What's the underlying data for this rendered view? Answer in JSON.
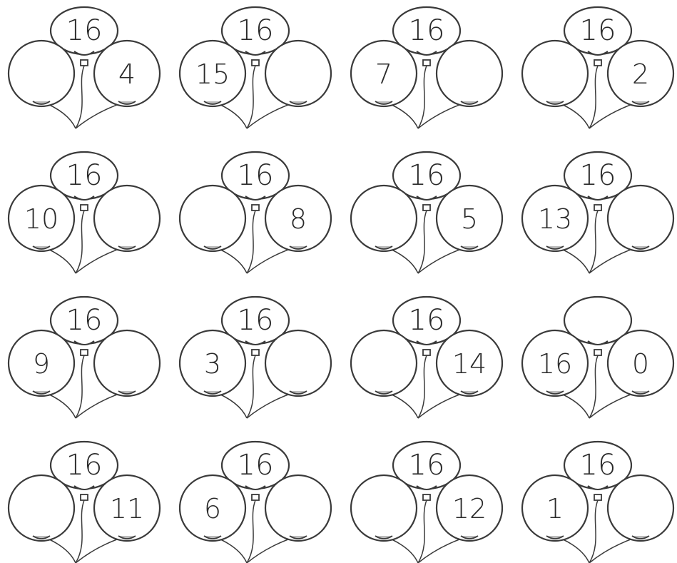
{
  "worksheet": {
    "groups": [
      {
        "top": "16",
        "left": "",
        "right": "4"
      },
      {
        "top": "16",
        "left": "15",
        "right": ""
      },
      {
        "top": "16",
        "left": "7",
        "right": ""
      },
      {
        "top": "16",
        "left": "",
        "right": "2"
      },
      {
        "top": "16",
        "left": "10",
        "right": ""
      },
      {
        "top": "16",
        "left": "",
        "right": "8"
      },
      {
        "top": "16",
        "left": "",
        "right": "5"
      },
      {
        "top": "16",
        "left": "13",
        "right": ""
      },
      {
        "top": "16",
        "left": "9",
        "right": ""
      },
      {
        "top": "16",
        "left": "3",
        "right": ""
      },
      {
        "top": "16",
        "left": "",
        "right": "14"
      },
      {
        "top": "",
        "left": "16",
        "right": "0"
      },
      {
        "top": "16",
        "left": "",
        "right": "11"
      },
      {
        "top": "16",
        "left": "6",
        "right": ""
      },
      {
        "top": "16",
        "left": "",
        "right": "12"
      },
      {
        "top": "16",
        "left": "1",
        "right": ""
      }
    ]
  }
}
